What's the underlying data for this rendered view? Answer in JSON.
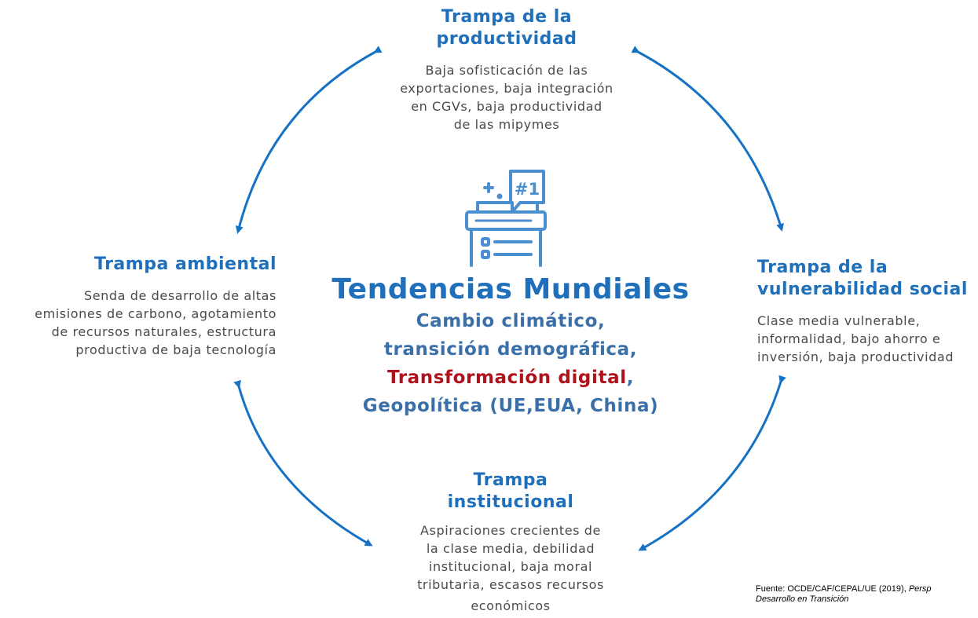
{
  "center": {
    "title": "Tendencias Mundiales",
    "trends": [
      {
        "text": "Cambio climático,",
        "highlight": false
      },
      {
        "text": "transición demográfica,",
        "highlight": false
      },
      {
        "text": "Transformación digital",
        "suffix": ",",
        "highlight": true
      },
      {
        "text": "Geopolítica (UE,EUA, China)",
        "highlight": false
      }
    ],
    "icon": "digital-ranking-icon"
  },
  "traps": {
    "productivity": {
      "title_lines": [
        "Trampa de la",
        "productividad"
      ],
      "desc_lines": [
        "Baja sofisticación de las",
        "exportaciones, baja integración",
        "en CGVs, baja productividad",
        "de las mipymes"
      ]
    },
    "environmental": {
      "title_lines": [
        "Trampa ambiental"
      ],
      "desc_lines": [
        "Senda de desarrollo de altas",
        "emisiones de carbono, agotamiento",
        "de recursos naturales, estructura",
        "productiva de baja tecnología"
      ]
    },
    "social": {
      "title_lines": [
        "Trampa de la",
        "vulnerabilidad social"
      ],
      "desc_lines": [
        "Clase media vulnerable,",
        "informalidad, bajo ahorro e",
        "inversión, baja productividad"
      ]
    },
    "institutional": {
      "title_lines": [
        "Trampa",
        "institucional"
      ],
      "desc_lines": [
        "Aspiraciones crecientes de",
        "la clase media, debilidad",
        "institucional, baja moral",
        "tributaria, escasos recursos",
        "económicos"
      ]
    }
  },
  "source": {
    "prefix": "Fuente: OCDE/CAF/CEPAL/UE (2019), ",
    "italic_part": "Persp",
    "line2": "Desarrollo en Transición"
  },
  "colors": {
    "title_blue": "#1f6fba",
    "trend_blue": "#3a6fa9",
    "highlight_red": "#b0121b",
    "arrow_blue": "#1572c4",
    "icon_blue": "#4b8fd0"
  }
}
